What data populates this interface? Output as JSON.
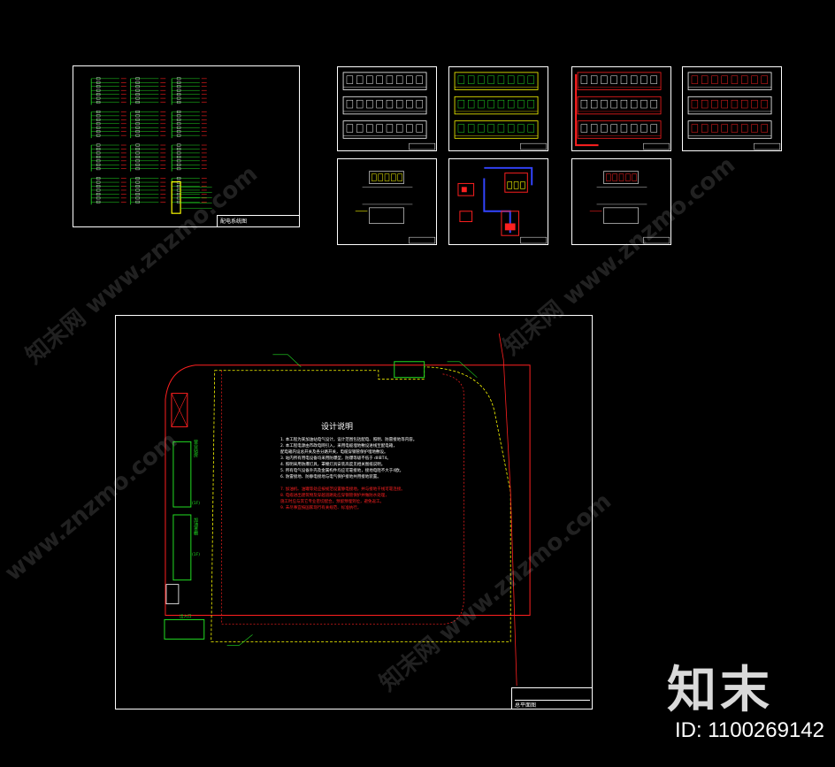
{
  "sheets": {
    "wiring": {
      "title_label": "配电系统图"
    },
    "siteplan": {
      "title_label": "总平面图"
    }
  },
  "notes": {
    "title": "设计说明",
    "white_lines": [
      "1. 本工程为某加油站电气设计，设计范围包括配电、照明、防雷接地等内容。",
      "2. 本工程电源由市政电网引入，采用电缆埋地敷设进线至配电箱，",
      "   配电箱内设总开关及各分路开关，电缆穿钢管保护埋地敷设。",
      "3. 站内所有用电设备均采用防爆型，防爆等级不低于 dIIBT4。",
      "4. 照明采用防爆灯具，罩棚灯具安装高度见相关图纸说明。",
      "5. 所有电气设备外壳及金属构件均应可靠接地，接地电阻不大于4欧。",
      "6. 防雷接地、防静电接地与电气保护接地共用接地装置。"
    ],
    "red_lines": [
      "7. 加油机、油罐等处应按规范设置静电接地，并与接地干线可靠连接。",
      "8. 电缆进出建筑物及穿越道路处应穿钢管保护并做防水处理，",
      "   施工时应与其它专业密切配合，预留预埋到位，避免返工。",
      "9. 未尽事宜按国家现行有关规范、标准执行。"
    ]
  },
  "site_labels": {
    "building_a": "营业站房",
    "building_b": "加油罩棚",
    "floor_tag": "(1F)",
    "gate_label": "出入口"
  },
  "watermark": {
    "url": "www.znzmo.com",
    "site_name": "知末网"
  },
  "brand": {
    "logo_text": "知末",
    "id_text": "ID: 1100269142"
  },
  "colors": {
    "background": "#000000",
    "frame": "#ffffff",
    "cad_red": "#ff2020",
    "cad_green": "#22dd22",
    "cad_yellow": "#ffff00",
    "cad_blue": "#3344ff"
  }
}
